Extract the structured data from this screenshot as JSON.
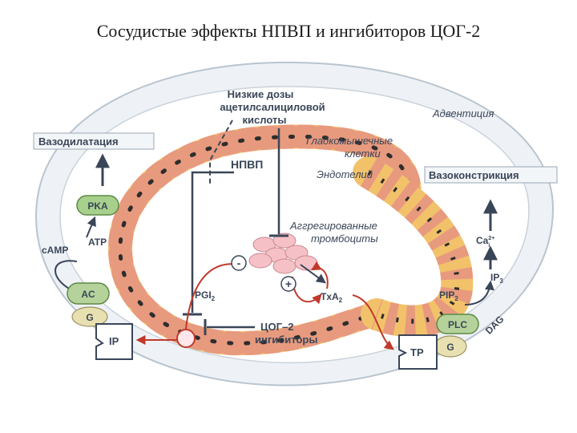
{
  "title": "Сосудистые эффекты НПВП и ингибиторов ЦОГ-2",
  "labels": {
    "aspirin_line1": "Низкие дозы",
    "aspirin_line2": "ацетилсалициловой",
    "aspirin_line3": "кислоты",
    "adventitia": "Адвентиция",
    "smooth_muscle_line1": "Гладкомышечные",
    "smooth_muscle_line2": "клетки",
    "nsaid": "НПВП",
    "endothelium": "Эндотелий",
    "vasodilation": "Вазодилатация",
    "vasoconstriction": "Вазоконстрикция",
    "platelets_line1": "Аггрегированные",
    "platelets_line2": "тромбоциты",
    "pka": "PKA",
    "camp": "cAMP",
    "atp": "ATP",
    "ac": "AC",
    "g_left": "G",
    "ip": "IP",
    "pgi2": "PGI",
    "pgi2_sub": "2",
    "minus": "-",
    "plus": "+",
    "txa2": "TxA",
    "txa2_sub": "2",
    "cox2_line1": "ЦОГ–2",
    "cox2_line2": "ингибиторы",
    "ca": "Ca",
    "ca_sup": "2+",
    "ca_sub": "i",
    "ip3": "IP",
    "ip3_sub": "3",
    "pip2": "PIP",
    "pip2_sub": "2",
    "plc": "PLC",
    "dag": "DAG",
    "tp": "TP",
    "g_right": "G"
  }
}
